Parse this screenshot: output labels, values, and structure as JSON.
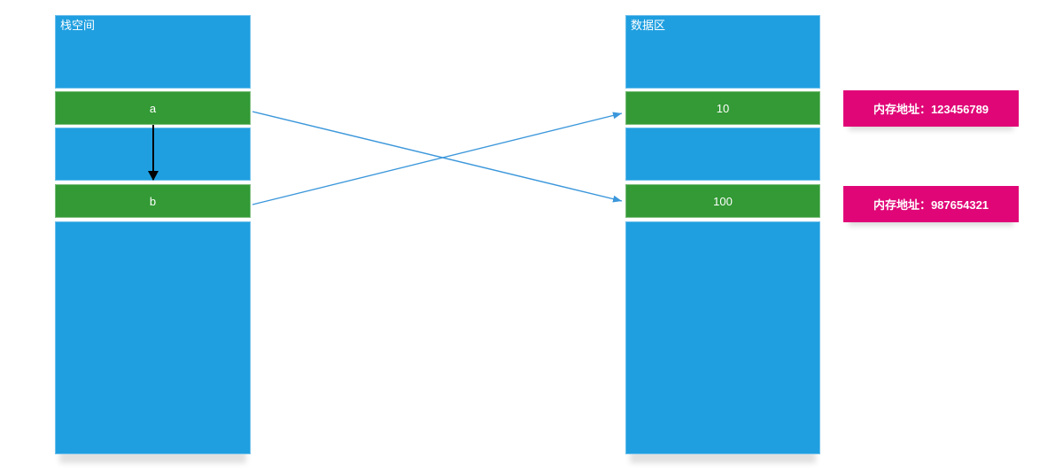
{
  "stack_column": {
    "label": "栈空间",
    "cells": {
      "a": "a",
      "b": "b"
    }
  },
  "data_column": {
    "label": "数据区",
    "cells": {
      "cell_1": "10",
      "cell_2": "100"
    }
  },
  "addresses": [
    {
      "text": "内存地址：123456789"
    },
    {
      "text": "内存地址：987654321"
    }
  ],
  "arrows": [
    {
      "from": "stack-var-a",
      "to": "data-cell-100",
      "style": "blue-pointer"
    },
    {
      "from": "stack-var-b",
      "to": "data-cell-10",
      "style": "blue-pointer"
    },
    {
      "from": "stack-var-a",
      "to": "stack-var-b",
      "style": "black-pointer"
    }
  ],
  "colors": {
    "block_blue": "#1f9fe0",
    "block_green": "#339a35",
    "address_pink": "#e00677",
    "arrow_blue": "#3b97db",
    "arrow_black": "#000000",
    "text_white": "#ffffff",
    "background": "#ffffff"
  }
}
